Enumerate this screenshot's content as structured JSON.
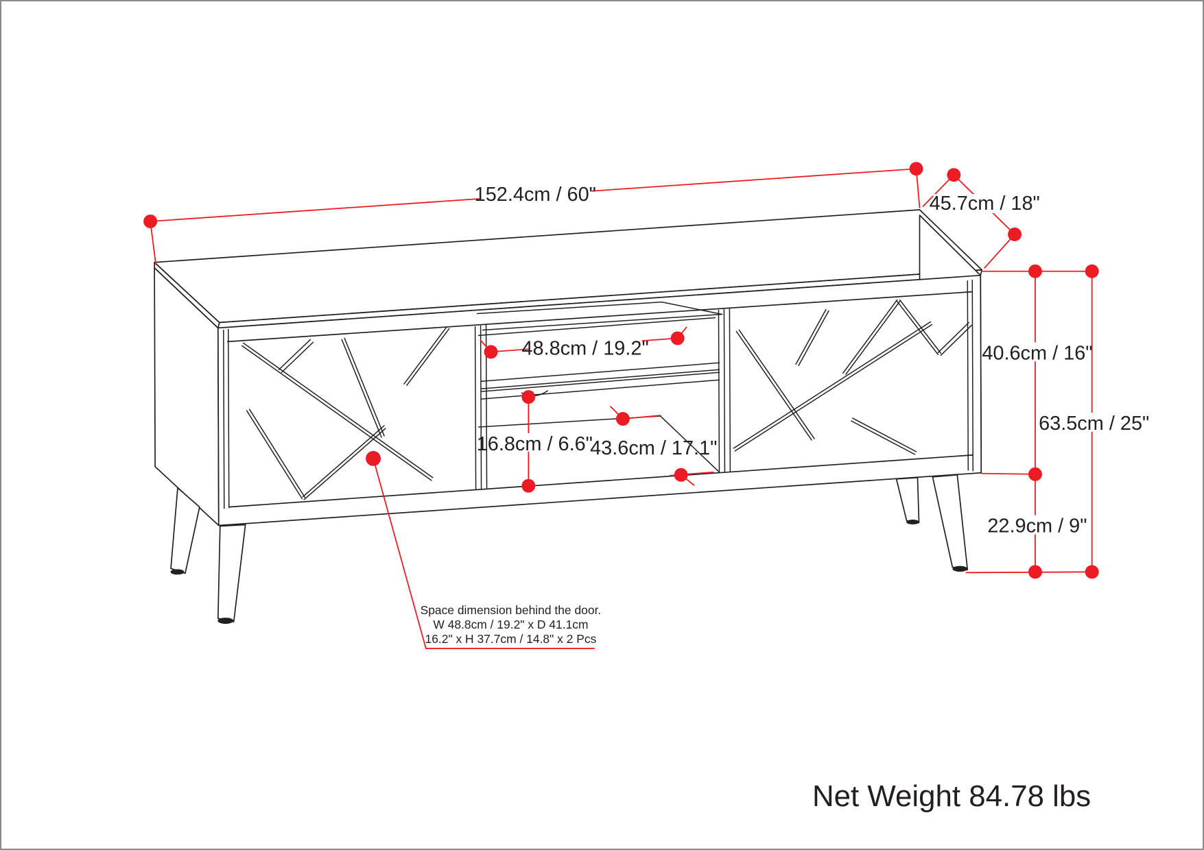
{
  "drawing": {
    "type": "furniture-dimension-diagram",
    "subject": "TV stand with two patterned doors, middle open shelves and splayed legs"
  },
  "colors": {
    "line": "#231f20",
    "dimension": "#ed1c24",
    "background": "#ffffff"
  },
  "dimensions": {
    "width": "152.4cm / 60\"",
    "depth": "45.7cm / 18\"",
    "cabinet_height": "40.6cm / 16\"",
    "total_height": "63.5cm / 25\"",
    "leg_height": "22.9cm / 9\"",
    "shelf_width": "48.8cm / 19.2\"",
    "shelf_gap_height": "16.8cm / 6.6\"",
    "opening_width": "43.6cm / 17.1\""
  },
  "annotation": {
    "line1": "Space dimension behind the door.",
    "line2": "W 48.8cm / 19.2\" x D 41.1cm",
    "line3": "16.2\" x H 37.7cm / 14.8\" x 2 Pcs"
  },
  "net_weight": "Net Weight 84.78 lbs"
}
